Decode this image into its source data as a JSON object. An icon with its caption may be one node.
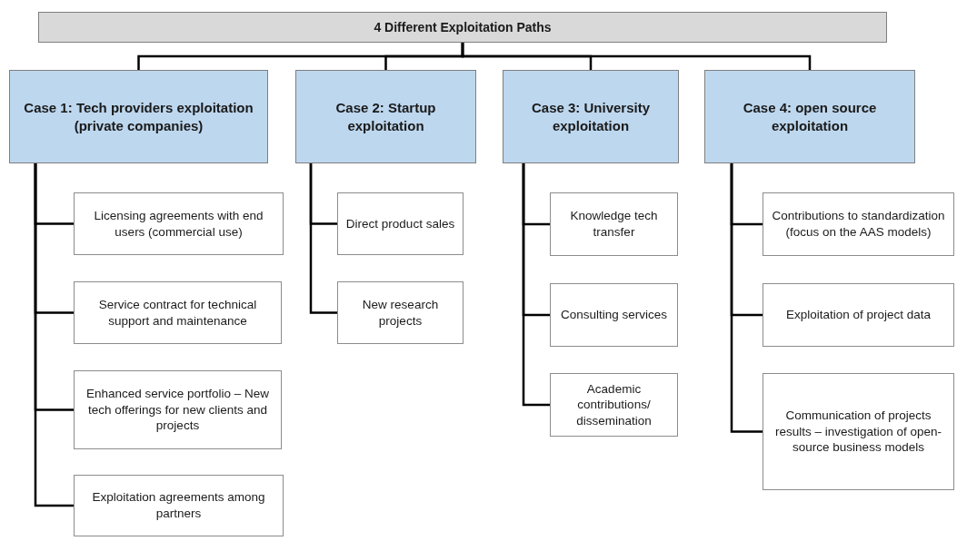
{
  "diagram": {
    "nodes": [
      {
        "text": [
          "4 Different Exploitation Paths"
        ]
      },
      {
        "text": [
          "Case 1: Tech providers exploitation  (private companies)"
        ]
      },
      {
        "text": [
          "Case 2: Startup exploitation"
        ]
      },
      {
        "text": [
          "Case 3: University exploitation"
        ]
      },
      {
        "text": [
          "Case 4: open source exploitation"
        ]
      },
      {
        "text": [
          "Licensing agreements with end users (commercial use)"
        ]
      },
      {
        "text": [
          "Service contract for technical support and maintenance"
        ]
      },
      {
        "text": [
          "Enhanced service portfolio – New tech offerings for new clients and projects"
        ]
      },
      {
        "text": [
          "Exploitation agreements among partners"
        ]
      },
      {
        "text": [
          "Direct product sales"
        ]
      },
      {
        "text": [
          "New research projects"
        ]
      },
      {
        "text": [
          "Knowledge tech transfer"
        ]
      },
      {
        "text": [
          "Consulting services"
        ]
      },
      {
        "text": [
          "Academic contributions/ dissemination"
        ]
      },
      {
        "text": [
          "Contributions to standardization (focus on the AAS models)"
        ]
      },
      {
        "text": [
          "Exploitation of project data"
        ]
      },
      {
        "text": [
          "Communication of projects results – investigation of open-source business models"
        ]
      }
    ],
    "edges": [
      {
        "from": 0,
        "to": 1,
        "arrow": "none"
      },
      {
        "from": 0,
        "to": 2,
        "arrow": "none"
      },
      {
        "from": 0,
        "to": 3,
        "arrow": "none"
      },
      {
        "from": 0,
        "to": 4,
        "arrow": "none"
      },
      {
        "from": 1,
        "to": 5,
        "arrow": "none"
      },
      {
        "from": 1,
        "to": 6,
        "arrow": "none"
      },
      {
        "from": 1,
        "to": 7,
        "arrow": "none"
      },
      {
        "from": 1,
        "to": 8,
        "arrow": "none"
      },
      {
        "from": 2,
        "to": 9,
        "arrow": "none"
      },
      {
        "from": 2,
        "to": 10,
        "arrow": "none"
      },
      {
        "from": 3,
        "to": 11,
        "arrow": "none"
      },
      {
        "from": 3,
        "to": 12,
        "arrow": "none"
      },
      {
        "from": 3,
        "to": 13,
        "arrow": "none"
      },
      {
        "from": 4,
        "to": 14,
        "arrow": "none"
      },
      {
        "from": 4,
        "to": 15,
        "arrow": "none"
      },
      {
        "from": 4,
        "to": 16,
        "arrow": "none"
      }
    ]
  }
}
